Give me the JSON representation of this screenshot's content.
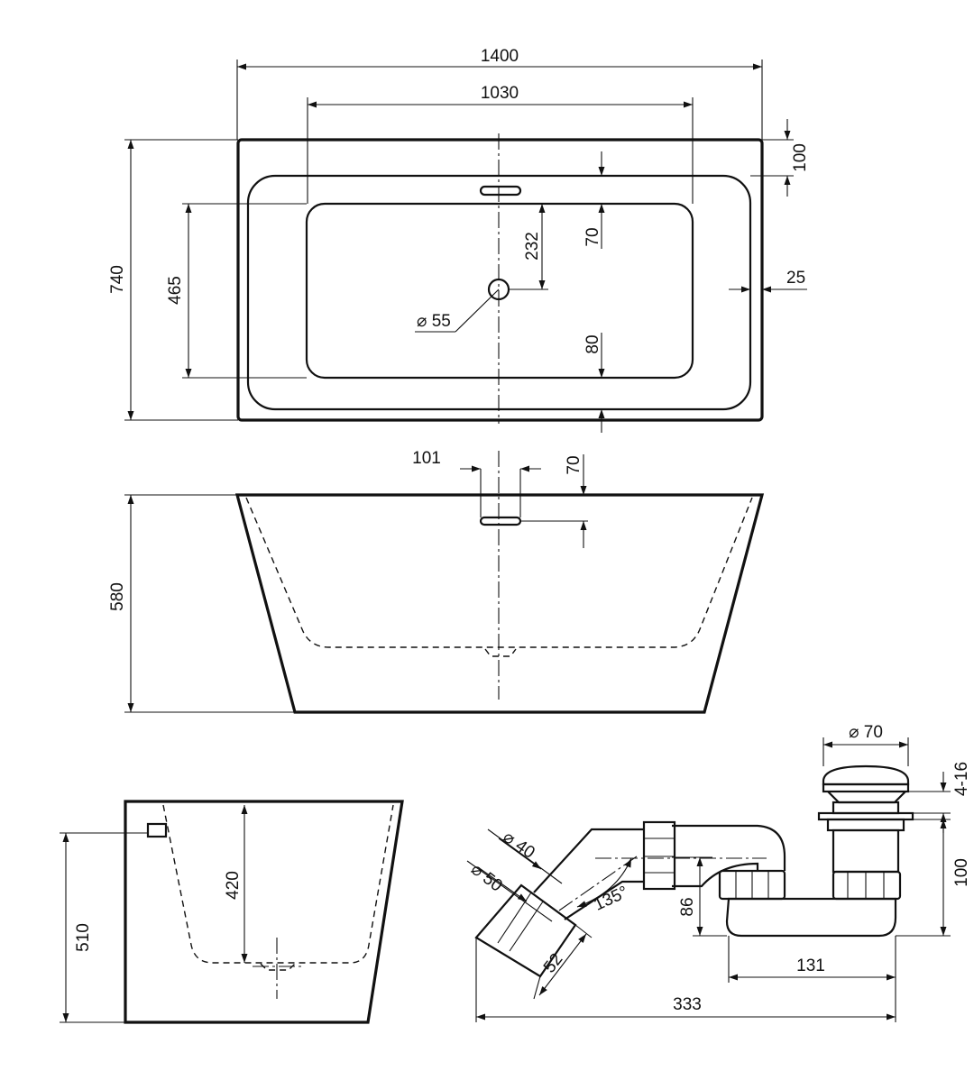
{
  "top_view": {
    "overall_length": "1400",
    "inner_length": "1030",
    "overall_width": "740",
    "inner_width": "465",
    "rim_top": "100",
    "overflow_to_basin": "70",
    "drain_offset": "232",
    "drain_diameter": "⌀ 55",
    "basin_to_edge_bottom": "80",
    "rim_side": "25"
  },
  "front_view": {
    "height": "580",
    "overflow_width": "101",
    "overflow_depth": "70"
  },
  "side_view": {
    "height": "510",
    "inner_depth": "420"
  },
  "siphon": {
    "cap_diameter": "⌀ 70",
    "cap_adjust": "4-16",
    "body_height": "100",
    "pipe_inner_diameter": "⌀ 40",
    "pipe_outer_diameter": "⌀ 50",
    "angle": "135°",
    "outlet_height": "86",
    "outlet_length": "52",
    "drain_to_bend": "131",
    "total_length": "333"
  }
}
